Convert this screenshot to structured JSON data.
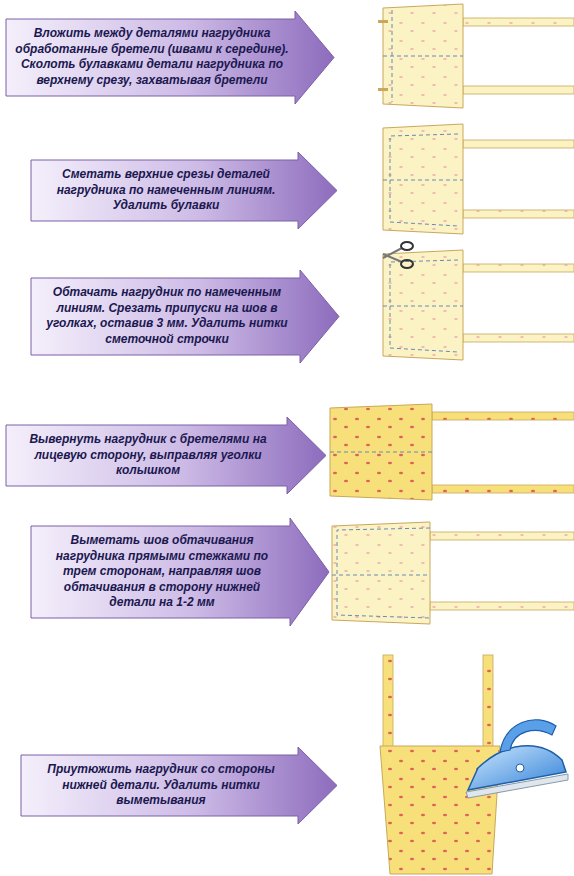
{
  "diagram": {
    "nodes": [
      {
        "text": [
          "Вложить между деталями нагрудника обработанные бретели (швами к середине). Сколоть булавками детали нагрудника по верхнему срезу, захватывая бретели"
        ]
      },
      {
        "text": [
          "Сметать верхние срезы деталей нагрудника по намеченным линиям. Удалить булавки"
        ]
      },
      {
        "text": [
          "Обтачать нагрудник по намеченным линиям. Срезать припуски на шов в уголках, оставив 3 мм. Удалить нитки сметочной строчки"
        ]
      },
      {
        "text": [
          "Вывернуть нагрудник с бретелями на лицевую сторону, выправляя уголки колышком"
        ]
      },
      {
        "text": [
          "Выметать шов обтачивания нагрудника прямыми стежками по трем сторонам, направляя шов обтачивания в сторону нижней детали на 1-2 мм"
        ]
      },
      {
        "text": [
          "Приутюжить нагрудник со стороны нижней детали. Удалить нитки выметывания"
        ]
      }
    ]
  }
}
